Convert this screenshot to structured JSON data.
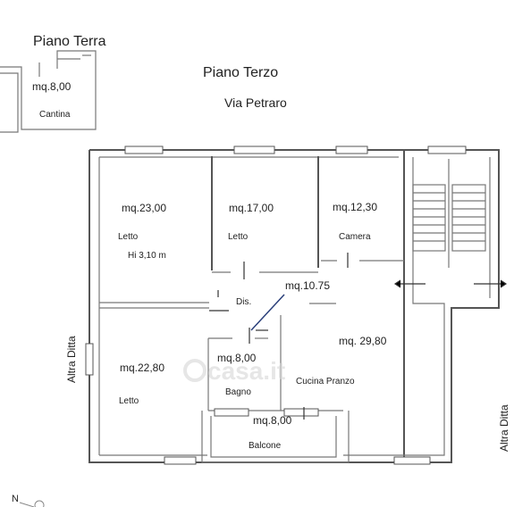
{
  "headings": {
    "ground_floor": "Piano Terra",
    "third_floor": "Piano Terzo",
    "street": "Via Petraro"
  },
  "cellar": {
    "area": "mq.8,00",
    "name": "Cantina"
  },
  "rooms": {
    "bedroom_1": {
      "area": "mq.23,00",
      "name": "Letto",
      "note": "Hi 3,10 m"
    },
    "bedroom_2": {
      "area": "mq.17,00",
      "name": "Letto"
    },
    "room": {
      "area": "mq.12,30",
      "name": "Camera"
    },
    "hall": {
      "area": "mq.10.75",
      "name": "Dis."
    },
    "bedroom_3": {
      "area": "mq.22,80",
      "name": "Letto"
    },
    "bathroom": {
      "area": "mq.8,00",
      "name": "Bagno"
    },
    "kitchen": {
      "area": "mq. 29,80",
      "name": "Cucina Pranzo"
    },
    "balcony": {
      "area": "mq.8,00",
      "name": "Balcone"
    }
  },
  "side_labels": {
    "left": "Altra Ditta",
    "right": "Altra Ditta"
  },
  "compass": {
    "label": "N"
  },
  "watermark": {
    "text": "casa.it"
  },
  "colors": {
    "line": "#555555",
    "text": "#222222",
    "watermark": "#d6d6d6"
  }
}
